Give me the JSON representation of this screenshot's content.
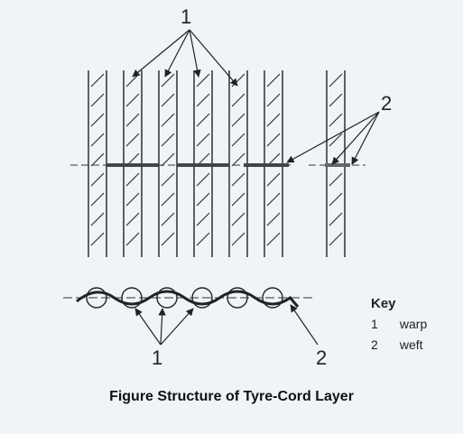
{
  "callouts": {
    "warp_top": "1",
    "weft_top": "2",
    "warp_bottom": "1",
    "weft_bottom": "2"
  },
  "key": {
    "title": "Key",
    "items": [
      {
        "num": "1",
        "label": "warp"
      },
      {
        "num": "2",
        "label": "weft"
      }
    ]
  },
  "caption": "Figure Structure of Tyre-Cord Layer"
}
